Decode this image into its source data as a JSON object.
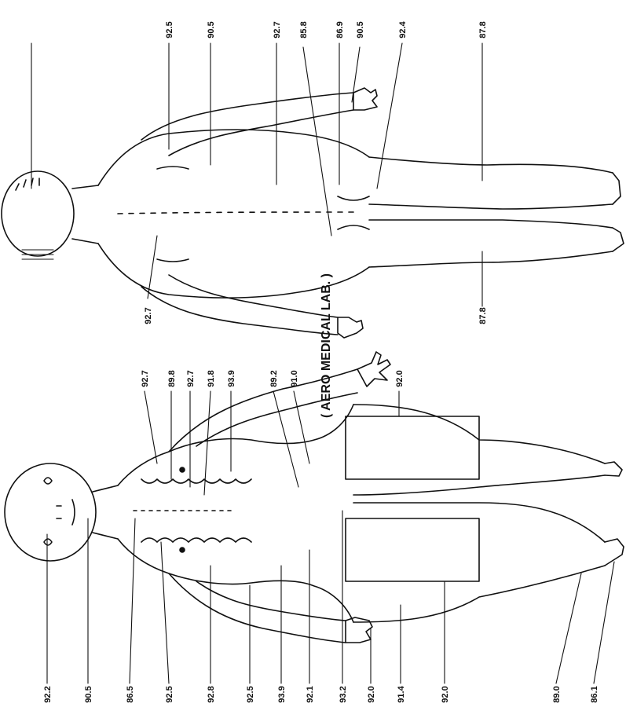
{
  "title": "( AERO MEDICAL LAB. )",
  "front_view": {
    "readings_left": [
      "92.2",
      "90.5",
      "86.5",
      "92.5",
      "92.8",
      "92.5",
      "93.9",
      "92.1",
      "93.2",
      "92.0",
      "91.4",
      "92.0",
      "89.0",
      "86.1"
    ],
    "readings_right": [
      "92.7",
      "89.8",
      "92.7",
      "91.8",
      "93.9",
      "89.2",
      "91.0",
      "92.0"
    ]
  },
  "back_view": {
    "readings_right": [
      "92.5",
      "90.5",
      "92.7",
      "85.8",
      "86.9",
      "90.5",
      "92.4",
      "87.8"
    ],
    "readings_left": [
      "92.7",
      "87.8"
    ]
  }
}
